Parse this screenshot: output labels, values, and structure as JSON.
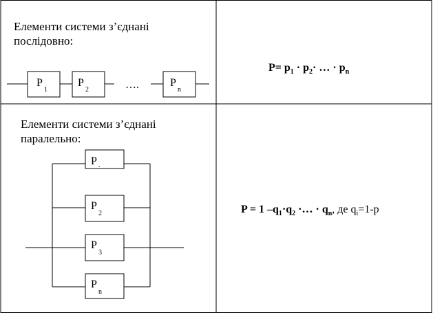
{
  "series_section": {
    "caption": "Елементи системи з’єднані\nпослідовно:",
    "blocks": [
      {
        "main": "P",
        "sub": "1"
      },
      {
        "main": "P",
        "sub": "2"
      },
      {
        "main": "P",
        "sub": "n"
      }
    ],
    "ellipsis": "….",
    "formula": {
      "lead": "P= p",
      "s1": "1",
      "dot1": " · p",
      "s2": "2",
      "dot2": "· … · p",
      "s3": "n"
    }
  },
  "parallel_section": {
    "caption": "Елементи системи з’єднані\nпаралельно:",
    "blocks": [
      {
        "main": "P",
        "sub": "."
      },
      {
        "main": "P",
        "sub": "2"
      },
      {
        "main": "P",
        "sub": "3"
      },
      {
        "main": "P",
        "sub": "n"
      }
    ],
    "formula": {
      "lead": "P = 1 –q",
      "s1": "1",
      "mid1": "·q",
      "s2": "2",
      "mid2": " ·… · q",
      "s3": "n",
      "tail": ", де q",
      "s4": "i",
      "end": "=1-p"
    }
  }
}
